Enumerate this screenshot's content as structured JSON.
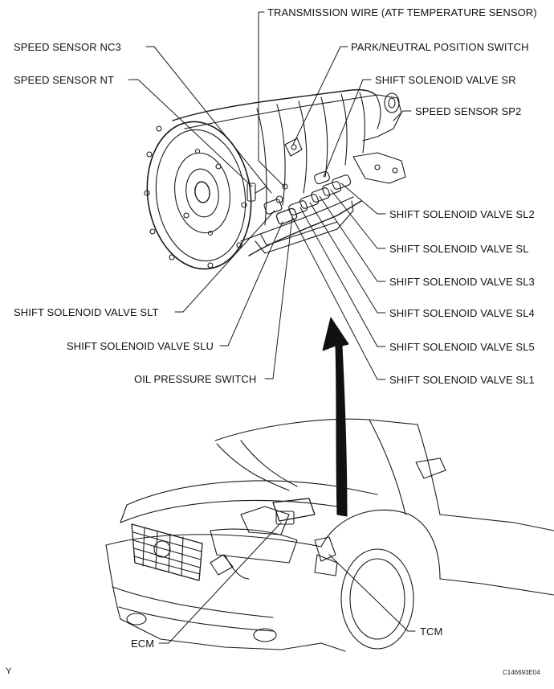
{
  "labels": {
    "transmission_wire": "TRANSMISSION WIRE (ATF TEMPERATURE SENSOR)",
    "speed_sensor_nc3": "SPEED SENSOR NC3",
    "park_neutral": "PARK/NEUTRAL POSITION SWITCH",
    "speed_sensor_nt": "SPEED SENSOR NT",
    "shift_sr": "SHIFT SOLENOID VALVE SR",
    "speed_sensor_sp2": "SPEED SENSOR SP2",
    "shift_sl2": "SHIFT SOLENOID VALVE SL2",
    "shift_sl": "SHIFT SOLENOID VALVE SL",
    "shift_sl3": "SHIFT SOLENOID VALVE SL3",
    "shift_slt": "SHIFT SOLENOID VALVE SLT",
    "shift_sl4": "SHIFT SOLENOID VALVE SL4",
    "shift_slu": "SHIFT SOLENOID VALVE SLU",
    "shift_sl5": "SHIFT SOLENOID VALVE SL5",
    "oil_pressure": "OIL PRESSURE SWITCH",
    "shift_sl1": "SHIFT SOLENOID VALVE SL1",
    "tcm": "TCM",
    "ecm": "ECM"
  },
  "corner_marks": {
    "left": "Y",
    "right": "C146693E04"
  }
}
